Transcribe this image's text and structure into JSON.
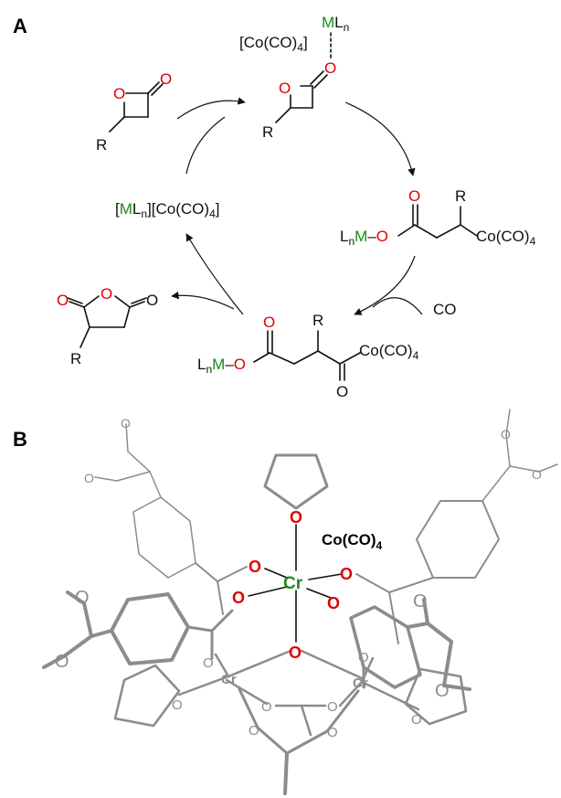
{
  "panels": {
    "a": "A",
    "b": "B"
  },
  "atoms": {
    "O": "O",
    "R": "R",
    "M": "M",
    "L": "L",
    "n": "n",
    "Cr": "Cr"
  },
  "labels": {
    "co_bracket": "[Co(CO)",
    "co_tail": "]",
    "sub4": "4",
    "cobalt_carbonyl": "Co(CO)",
    "carbon_monoxide": "CO",
    "catalyst_pre": "[",
    "catalyst_mid": "][Co(CO)",
    "catalyst_end": "]",
    "dash": "–",
    "panel_b_anion": "Co(CO)"
  },
  "colors": {
    "oxygen": "#e00000",
    "metal": "#1a8a1a",
    "framework": "#8c8c8c",
    "text": "#111111"
  }
}
